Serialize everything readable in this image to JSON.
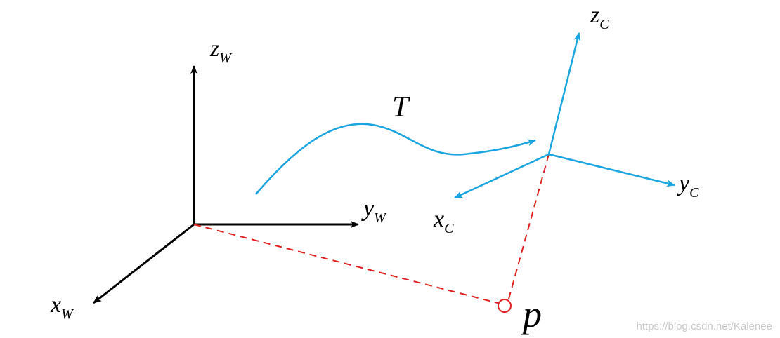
{
  "colors": {
    "world_axes": "#000000",
    "camera_axes": "#1aa4e0",
    "transform_curve": "#1aa4e0",
    "projection_lines": "#e02020",
    "point": "#e02020",
    "watermark": "#c9c9c9"
  },
  "world_frame": {
    "x_axis": {
      "var": "x",
      "sub": "W"
    },
    "y_axis": {
      "var": "y",
      "sub": "W"
    },
    "z_axis": {
      "var": "z",
      "sub": "W"
    }
  },
  "camera_frame": {
    "x_axis": {
      "var": "x",
      "sub": "C"
    },
    "y_axis": {
      "var": "y",
      "sub": "C"
    },
    "z_axis": {
      "var": "z",
      "sub": "C"
    }
  },
  "transform": {
    "label": "T"
  },
  "point": {
    "label": "p"
  },
  "watermark": "https://blog.csdn.net/Kalenee"
}
